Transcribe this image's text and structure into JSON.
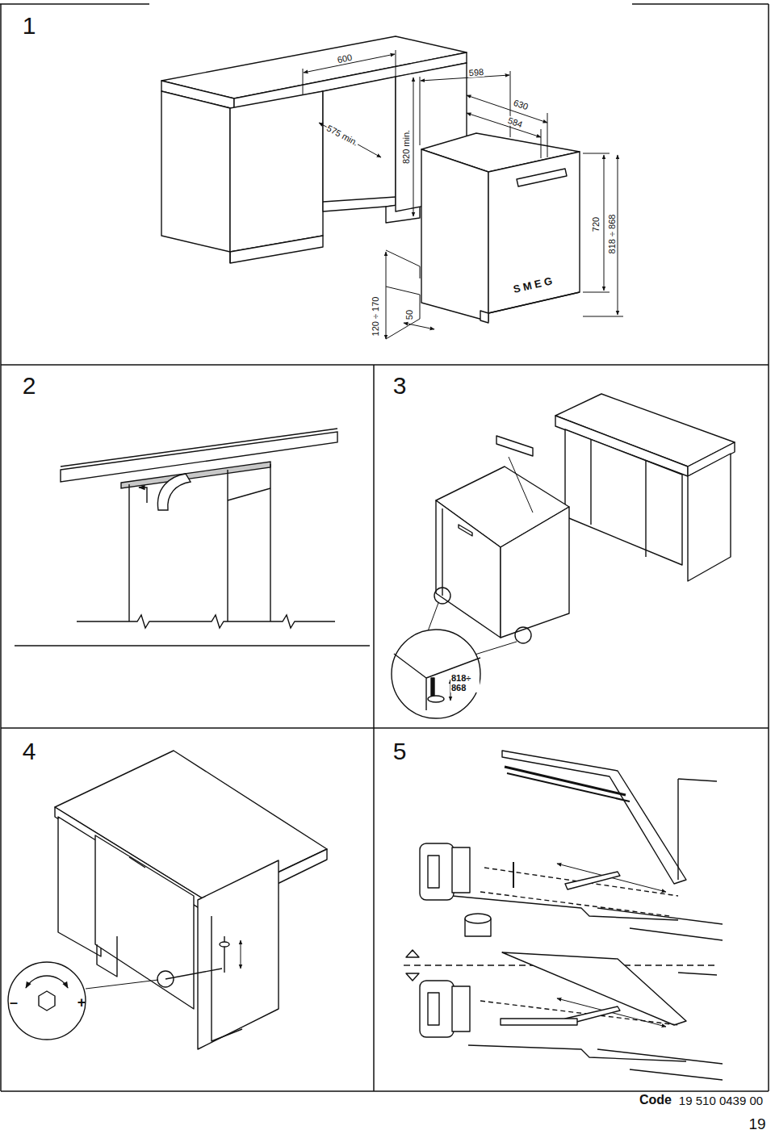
{
  "diagram": {
    "labels": [
      "1",
      "600",
      "598",
      "630",
      "584",
      "575 min.",
      "820 min.",
      "720",
      "818 ÷ 868",
      "120 ÷ 170",
      "50",
      "S M E G",
      "2",
      "3",
      "818÷ 868",
      "4",
      "–",
      "+",
      "5",
      "Code",
      "19 510 0439 00",
      "19"
    ]
  }
}
